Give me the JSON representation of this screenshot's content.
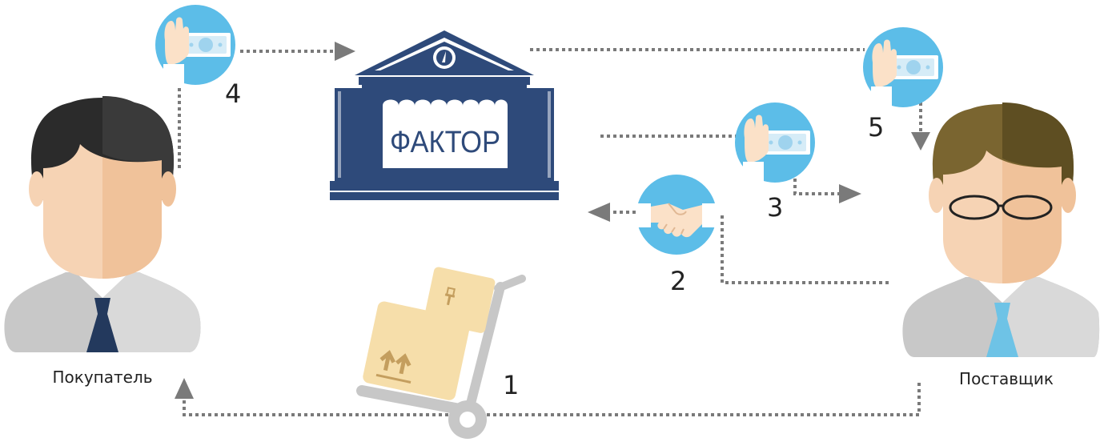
{
  "bank": {
    "name": "ФАКТОР"
  },
  "actors": {
    "buyer": "Покупатель",
    "supplier": "Поставщик"
  },
  "steps": [
    "1",
    "2",
    "3",
    "4",
    "5"
  ],
  "colors": {
    "bank": "#2e4a7a",
    "circle": "#5cbde8",
    "arrow": "#7a7a7a",
    "box": "#f6deaa",
    "cart": "#c7c7c7",
    "buyer_hair": "#2b2b2b",
    "supplier_hair": "#7a6530",
    "tie_buyer": "#23395d",
    "tie_supplier": "#6ec3e6"
  },
  "icons": [
    "money-hand-icon",
    "handshake-icon",
    "cart-icon",
    "bank-icon",
    "person-icon"
  ]
}
